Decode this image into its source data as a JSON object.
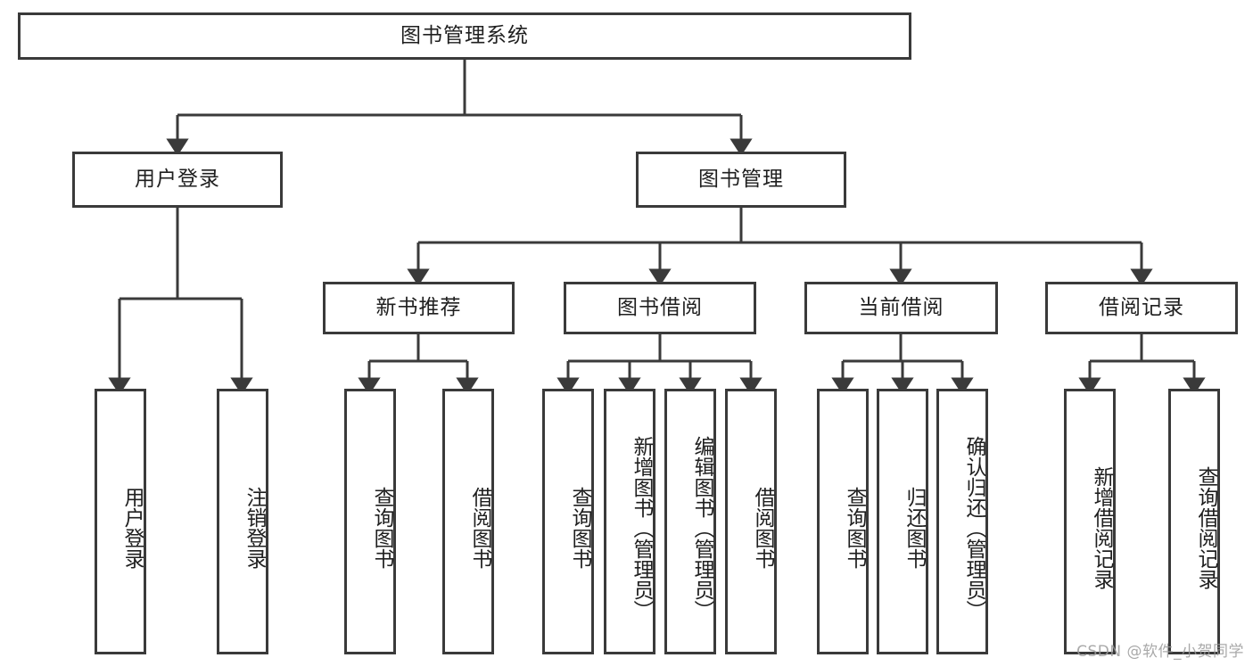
{
  "diagram": {
    "type": "tree-hierarchy-flowchart",
    "title_node": "图书管理系统",
    "watermark": "CSDN @软件_小贺同学",
    "colors": {
      "stroke": "#3a3a3a",
      "fill": "#ffffff",
      "text": "#1f1f1f",
      "watermark": "#9b9b9b"
    },
    "levels": {
      "level1": [
        "图书管理系统"
      ],
      "level2": [
        "用户登录",
        "图书管理"
      ],
      "level3": [
        "新书推荐",
        "图书借阅",
        "当前借阅",
        "借阅记录"
      ],
      "level4": [
        "用户登录",
        "注销登录",
        "查询图书",
        "借阅图书",
        "查询图书",
        "新增图书（管理员）",
        "编辑图书（管理员）",
        "借阅图书",
        "查询图书",
        "归还图书",
        "确认归还（管理员）",
        "新增借阅记录",
        "查询借阅记录"
      ]
    },
    "nodes": {
      "root": {
        "label": "图书管理系统"
      },
      "user_login": {
        "label": "用户登录"
      },
      "book_manage": {
        "label": "图书管理"
      },
      "new_book_rec": {
        "label": "新书推荐"
      },
      "book_borrow": {
        "label": "图书借阅"
      },
      "current_borrow": {
        "label": "当前借阅"
      },
      "borrow_record": {
        "label": "借阅记录"
      },
      "leaf_user_login": {
        "label": "用户登录"
      },
      "leaf_user_logout": {
        "label": "注销登录"
      },
      "leaf_rec_query": {
        "label": "查询图书"
      },
      "leaf_rec_borrow": {
        "label": "借阅图书"
      },
      "leaf_bb_query": {
        "label": "查询图书"
      },
      "leaf_bb_add": {
        "label": "新增图书（管理员）"
      },
      "leaf_bb_edit": {
        "label": "编辑图书（管理员）"
      },
      "leaf_bb_borrow": {
        "label": "借阅图书"
      },
      "leaf_cb_query": {
        "label": "查询图书"
      },
      "leaf_cb_return": {
        "label": "归还图书"
      },
      "leaf_cb_confirm": {
        "label": "确认归还（管理员）"
      },
      "leaf_br_add": {
        "label": "新增借阅记录"
      },
      "leaf_br_query": {
        "label": "查询借阅记录"
      }
    },
    "edges": [
      {
        "from": "root",
        "to": "user_login"
      },
      {
        "from": "root",
        "to": "book_manage"
      },
      {
        "from": "user_login",
        "to": "leaf_user_login"
      },
      {
        "from": "user_login",
        "to": "leaf_user_logout"
      },
      {
        "from": "book_manage",
        "to": "new_book_rec"
      },
      {
        "from": "book_manage",
        "to": "book_borrow"
      },
      {
        "from": "book_manage",
        "to": "current_borrow"
      },
      {
        "from": "book_manage",
        "to": "borrow_record"
      },
      {
        "from": "new_book_rec",
        "to": "leaf_rec_query"
      },
      {
        "from": "new_book_rec",
        "to": "leaf_rec_borrow"
      },
      {
        "from": "book_borrow",
        "to": "leaf_bb_query"
      },
      {
        "from": "book_borrow",
        "to": "leaf_bb_add"
      },
      {
        "from": "book_borrow",
        "to": "leaf_bb_edit"
      },
      {
        "from": "book_borrow",
        "to": "leaf_bb_borrow"
      },
      {
        "from": "current_borrow",
        "to": "leaf_cb_query"
      },
      {
        "from": "current_borrow",
        "to": "leaf_cb_return"
      },
      {
        "from": "current_borrow",
        "to": "leaf_cb_confirm"
      },
      {
        "from": "borrow_record",
        "to": "leaf_br_add"
      },
      {
        "from": "borrow_record",
        "to": "leaf_br_query"
      }
    ]
  }
}
